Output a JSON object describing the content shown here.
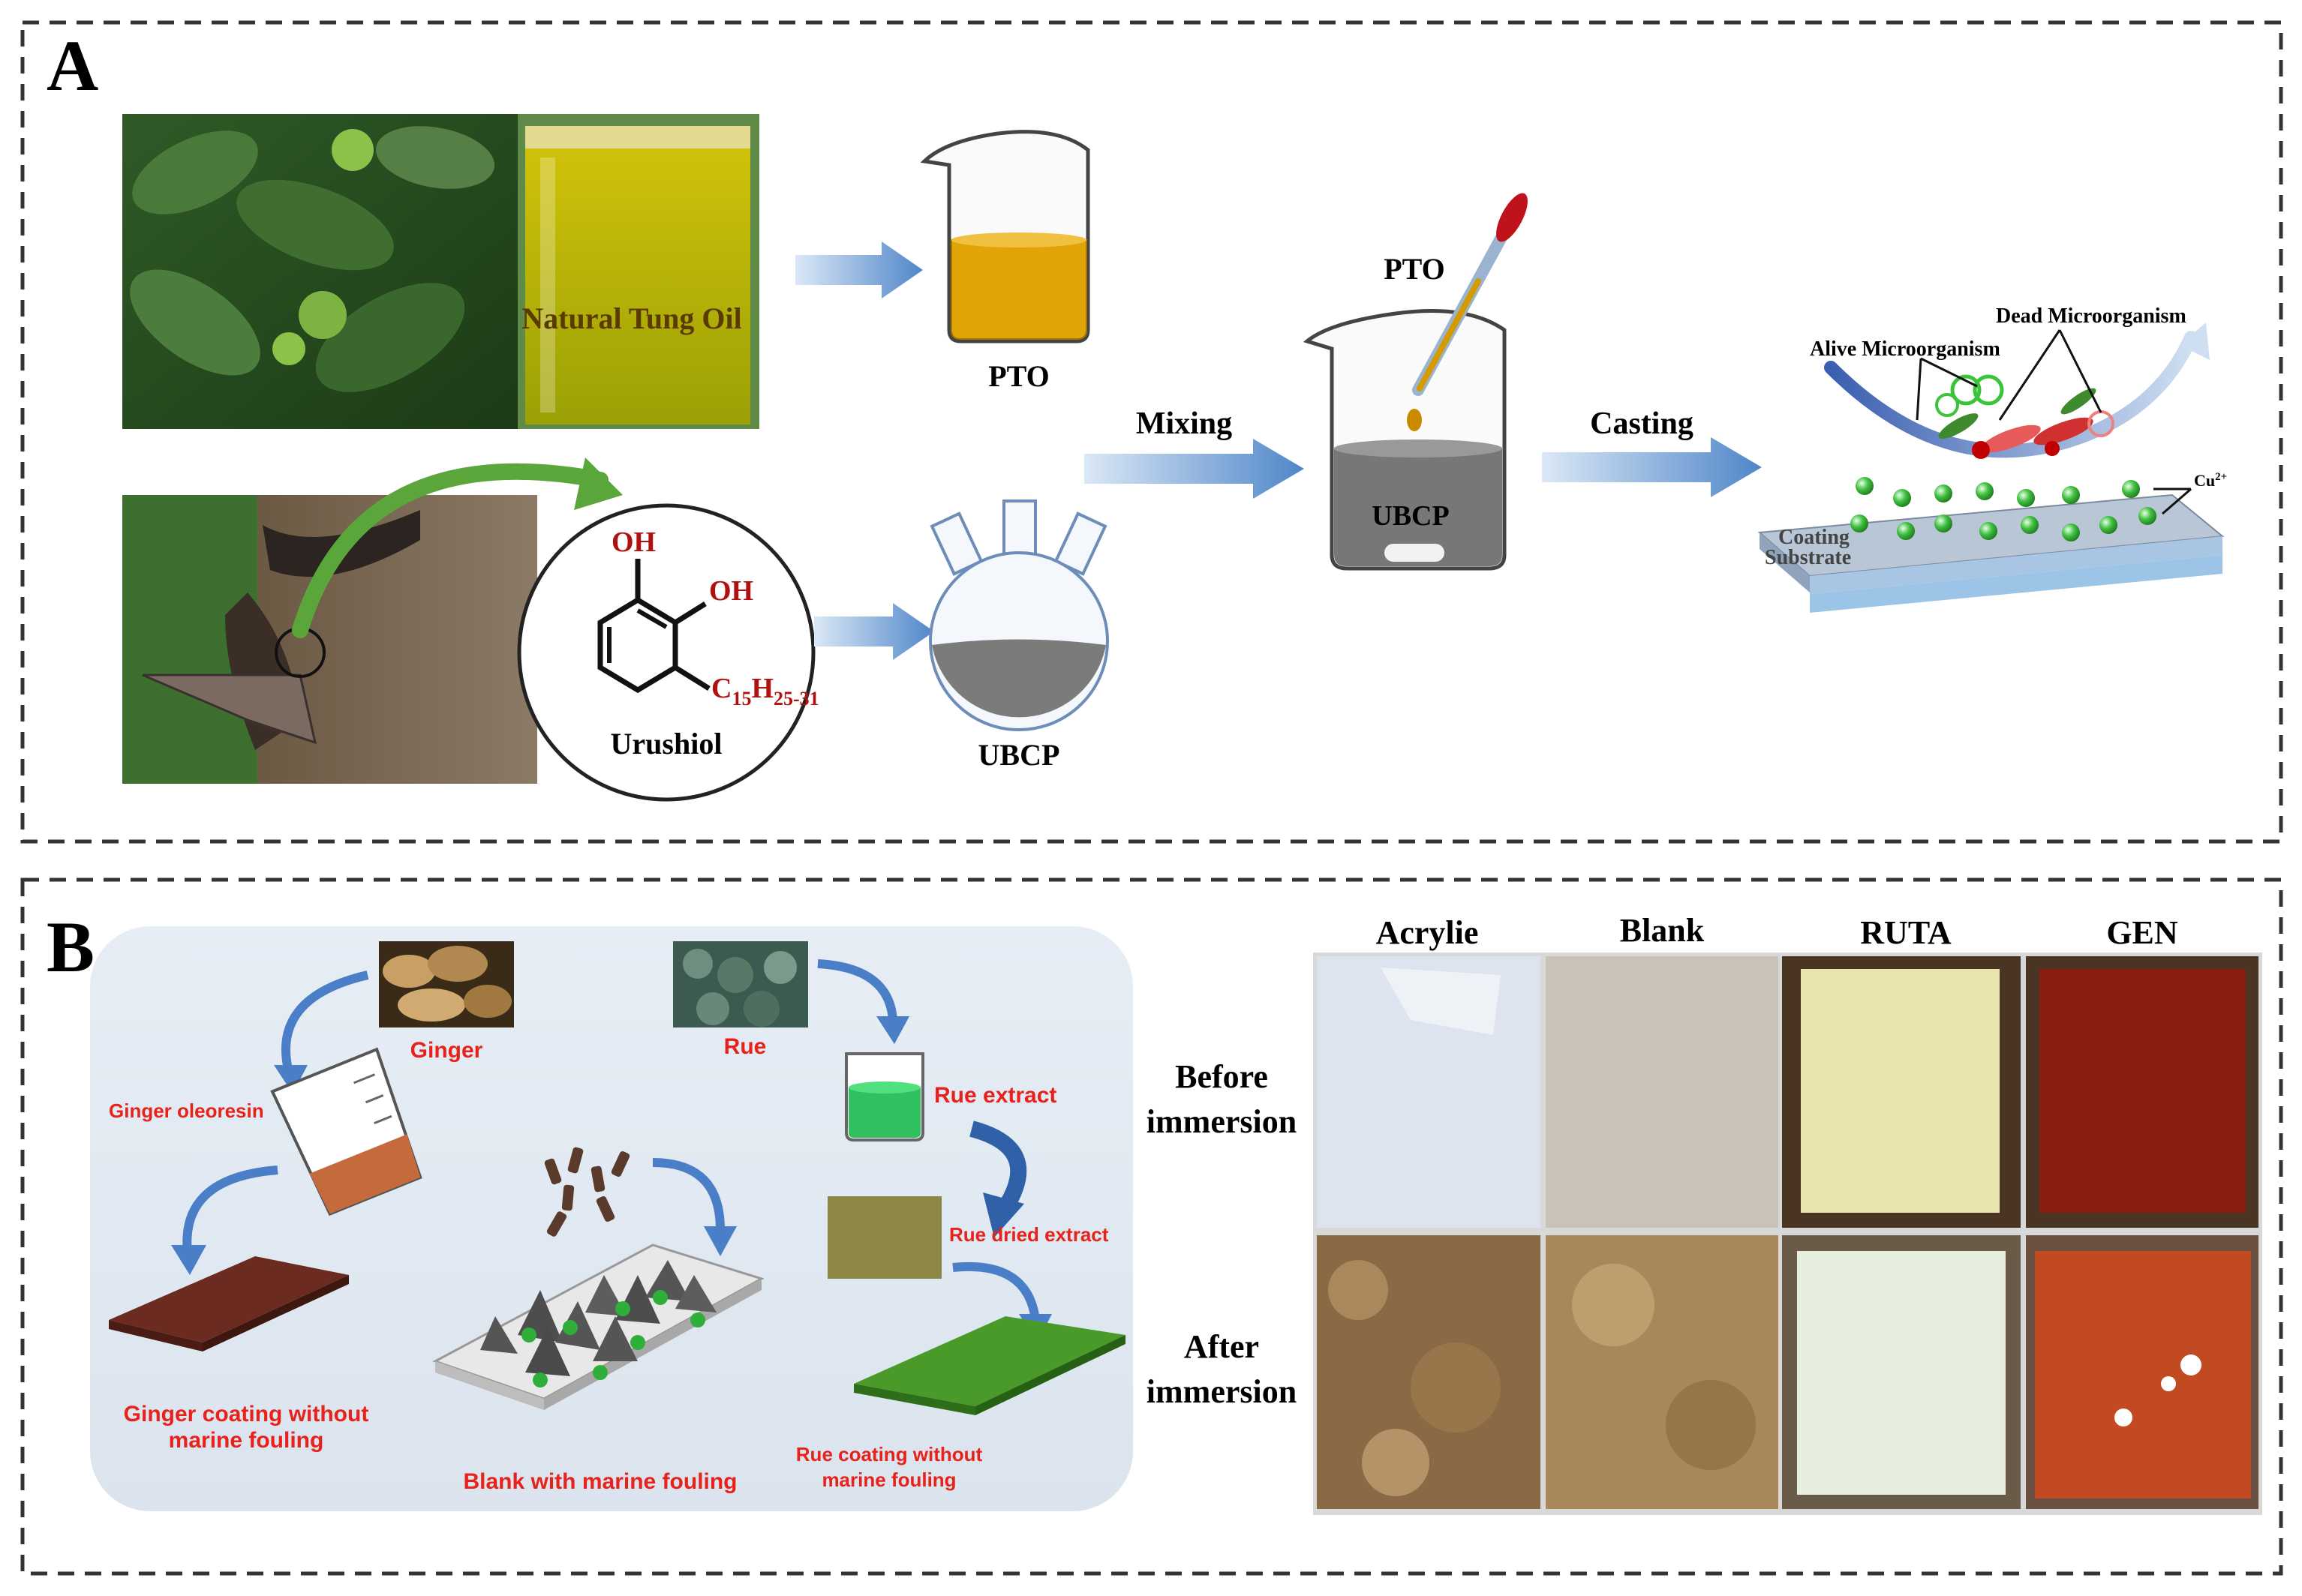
{
  "panel_a": {
    "letter": "A",
    "tung_oil_label": "Natural Tung Oil",
    "pto_beaker_label": "PTO",
    "urushiol": {
      "oh1": "OH",
      "oh2": "OH",
      "side_chain_c": "C",
      "side_chain_c_sub": "15",
      "side_chain_h": "H",
      "side_chain_h_sub": "25-31",
      "name": "Urushiol"
    },
    "ubcp_flask_label": "UBCP",
    "mixing_label": "Mixing",
    "pipette_label": "PTO",
    "mix_beaker_label": "UBCP",
    "casting_label": "Casting",
    "coating_diagram": {
      "dead_label": "Dead Microorganism",
      "alive_label": "Alive Microorganism",
      "cu_label": "Cu",
      "cu_charge": "2+",
      "coating_label": "Coating",
      "substrate_label": "Substrate"
    }
  },
  "panel_b": {
    "letter": "B",
    "scheme": {
      "ginger": "Ginger",
      "ginger_oleoresin": "Ginger oleoresin",
      "ginger_coating_line1": "Ginger coating without",
      "ginger_coating_line2": "marine fouling",
      "rue": "Rue",
      "rue_extract": "Rue extract",
      "rue_dried_extract": "Rue dried extract",
      "rue_coating_line1": "Rue coating without",
      "rue_coating_line2": "marine fouling",
      "blank_fouling": "Blank with marine fouling"
    },
    "photo_grid": {
      "columns": [
        "Acrylie",
        "Blank",
        "RUTA",
        "GEN"
      ],
      "rows": [
        {
          "line1": "Before",
          "line2": "immersion"
        },
        {
          "line1": "After",
          "line2": "immersion"
        }
      ]
    }
  },
  "colors": {
    "label_red": "#e8211b",
    "arrow_blue": "#5b8fcf",
    "dashed_border": "#333333"
  }
}
